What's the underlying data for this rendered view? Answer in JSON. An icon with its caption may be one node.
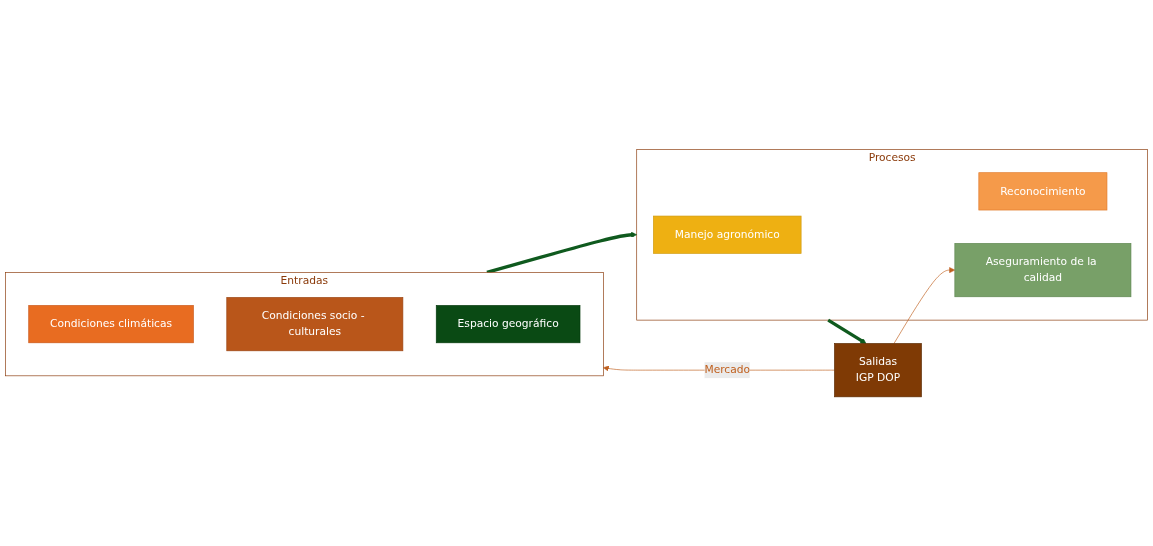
{
  "diagram": {
    "nodes": [
      {
        "text": [
          "Entradas"
        ]
      },
      {
        "text": [
          "Condiciones climáticas"
        ],
        "in": 0
      },
      {
        "text": [
          "Condiciones socio - culturales"
        ],
        "in": 0
      },
      {
        "text": [
          "Espacio geográfico"
        ],
        "in": 0
      },
      {
        "text": [
          "Procesos"
        ]
      },
      {
        "text": [
          "Manejo agronómico"
        ],
        "in": 4
      },
      {
        "text": [
          "Reconocimiento"
        ],
        "in": 4
      },
      {
        "text": [
          "Aseguramiento de la calidad"
        ],
        "in": 4
      },
      {
        "text": [
          "Salidas",
          "IGP DOP"
        ]
      }
    ],
    "edges": [
      {
        "from": 0,
        "to": 4,
        "arrow": "to",
        "style": "thick",
        "color": "#0f5a1e"
      },
      {
        "from": 4,
        "to": 8,
        "arrow": "to",
        "style": "thick",
        "color": "#0f5a1e"
      },
      {
        "from": 8,
        "to": 0,
        "arrow": "to",
        "label": "Mercado",
        "color": "#c0601f"
      },
      {
        "from": 8,
        "to": 7,
        "arrow": "to",
        "color": "#c0601f"
      }
    ]
  }
}
